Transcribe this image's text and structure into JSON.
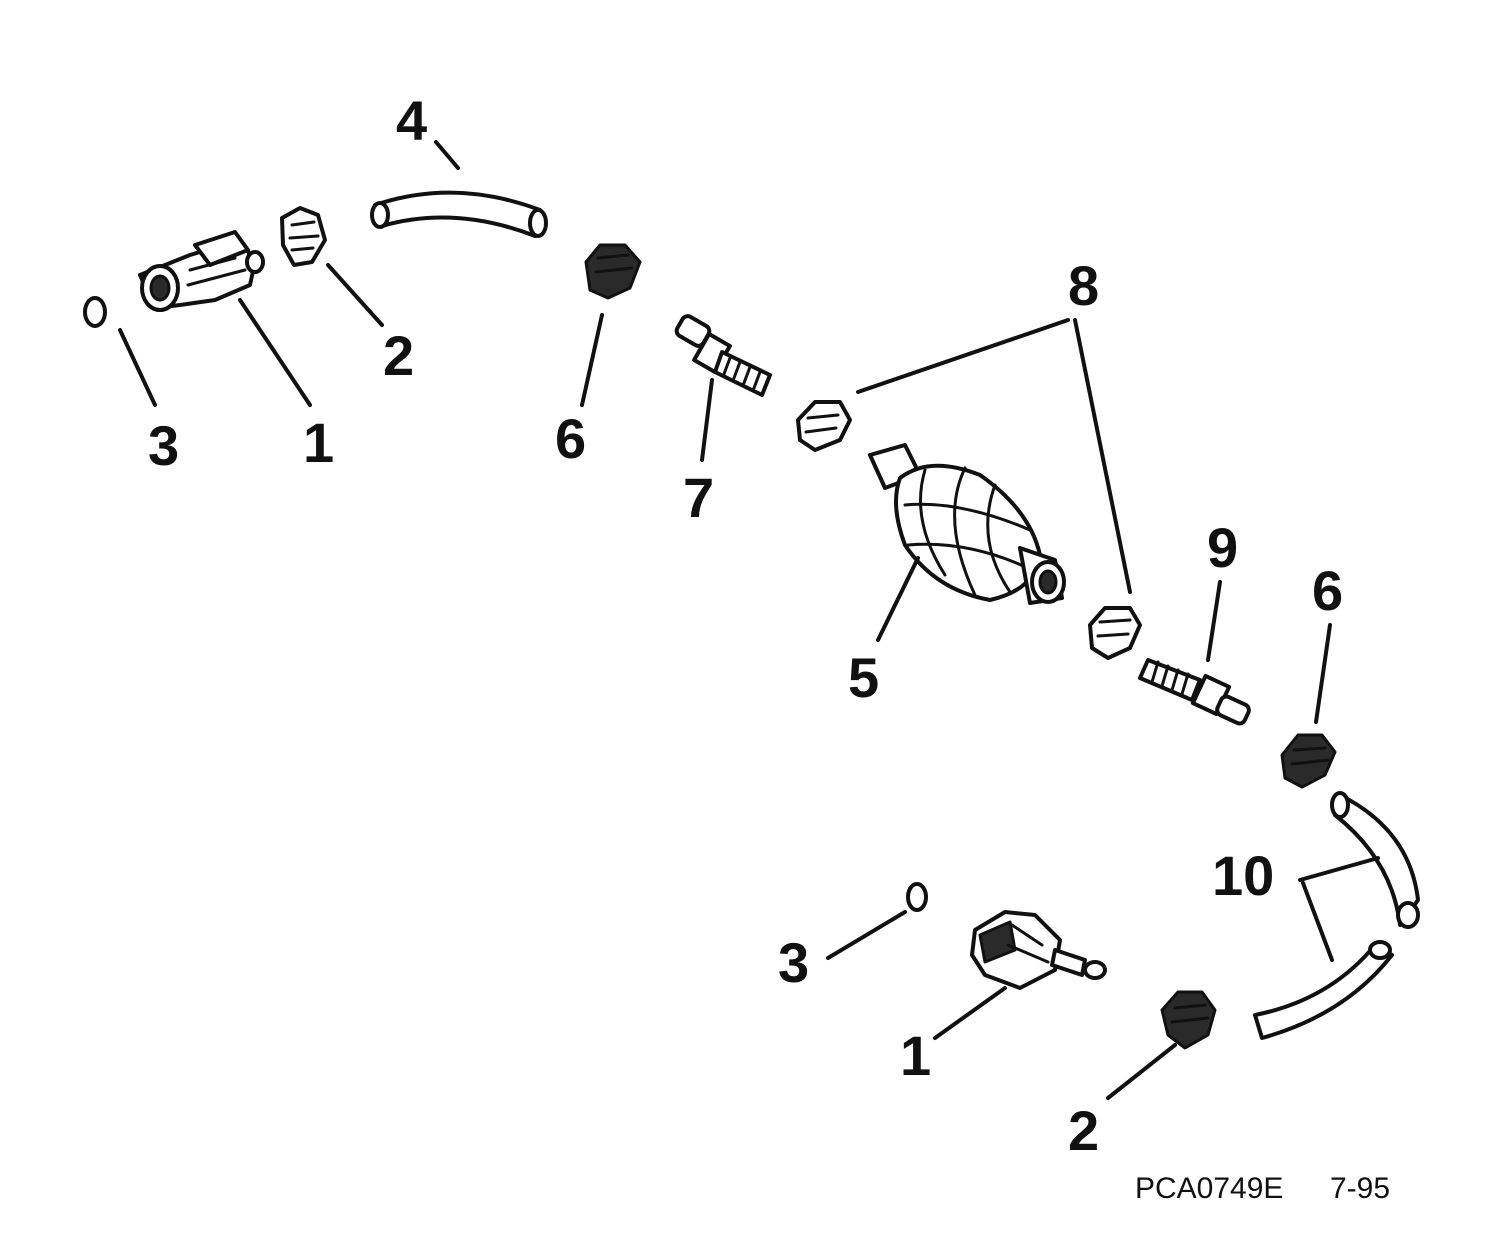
{
  "callouts": {
    "c1a": "1",
    "c1b": "1",
    "c2a": "2",
    "c2b": "2",
    "c3a": "3",
    "c3b": "3",
    "c4": "4",
    "c5": "5",
    "c6a": "6",
    "c6b": "6",
    "c7": "7",
    "c8": "8",
    "c9": "9",
    "c10": "10"
  },
  "footer": {
    "drawing_code": "PCA0749E",
    "date": "7-95"
  }
}
